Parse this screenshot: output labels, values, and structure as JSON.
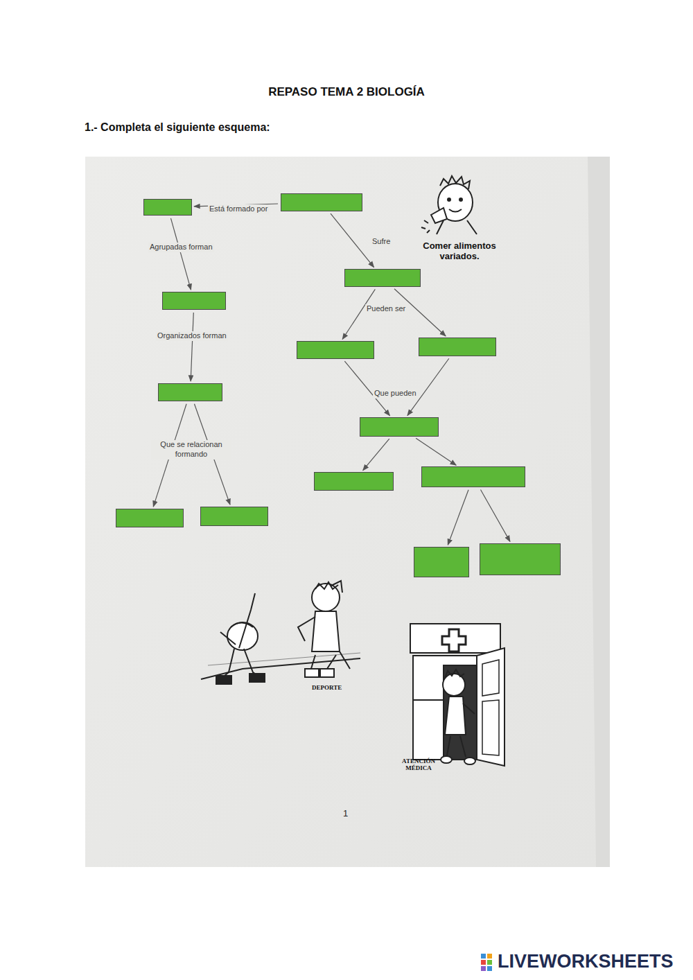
{
  "diagram": {
    "title": "REPASO TEMA 2 BIOLOGÍA",
    "nodes": [
      {
        "text": []
      },
      {
        "text": []
      },
      {
        "text": []
      },
      {
        "text": []
      },
      {
        "text": []
      },
      {
        "text": []
      },
      {
        "text": []
      },
      {
        "text": []
      },
      {
        "text": []
      },
      {
        "text": []
      },
      {
        "text": []
      },
      {
        "text": []
      },
      {
        "text": []
      },
      {
        "text": []
      }
    ],
    "edges": [
      {
        "from": 1,
        "to": 0,
        "label": "Está formado por",
        "arrow": "to"
      },
      {
        "from": 0,
        "to": 2,
        "label": "Agrupadas forman",
        "arrow": "to"
      },
      {
        "from": 2,
        "to": 6,
        "label": "Organizados forman",
        "arrow": "to"
      },
      {
        "from": 6,
        "to": 8,
        "label": "Que se relacionan formando",
        "arrow": "to"
      },
      {
        "from": 6,
        "to": 9,
        "arrow": "to"
      },
      {
        "from": 1,
        "to": 3,
        "label": "Sufre",
        "arrow": "to"
      },
      {
        "from": 3,
        "to": 4,
        "label": "Pueden ser",
        "arrow": "to"
      },
      {
        "from": 3,
        "to": 5,
        "arrow": "to"
      },
      {
        "from": 4,
        "to": 7,
        "label": "Que pueden",
        "arrow": "to"
      },
      {
        "from": 5,
        "to": 7,
        "arrow": "to"
      },
      {
        "from": 7,
        "to": 10,
        "arrow": "to"
      },
      {
        "from": 7,
        "to": 11,
        "arrow": "to"
      },
      {
        "from": 11,
        "to": 12,
        "arrow": "to"
      },
      {
        "from": 11,
        "to": 13,
        "arrow": "to"
      }
    ],
    "labels": [
      "1.- Completa el siguiente esquema:",
      "Comer alimentos variados.",
      "DEPORTE",
      "ATENCIÓN MÉDICA",
      "1",
      "LIVEWORKSHEETS"
    ]
  }
}
